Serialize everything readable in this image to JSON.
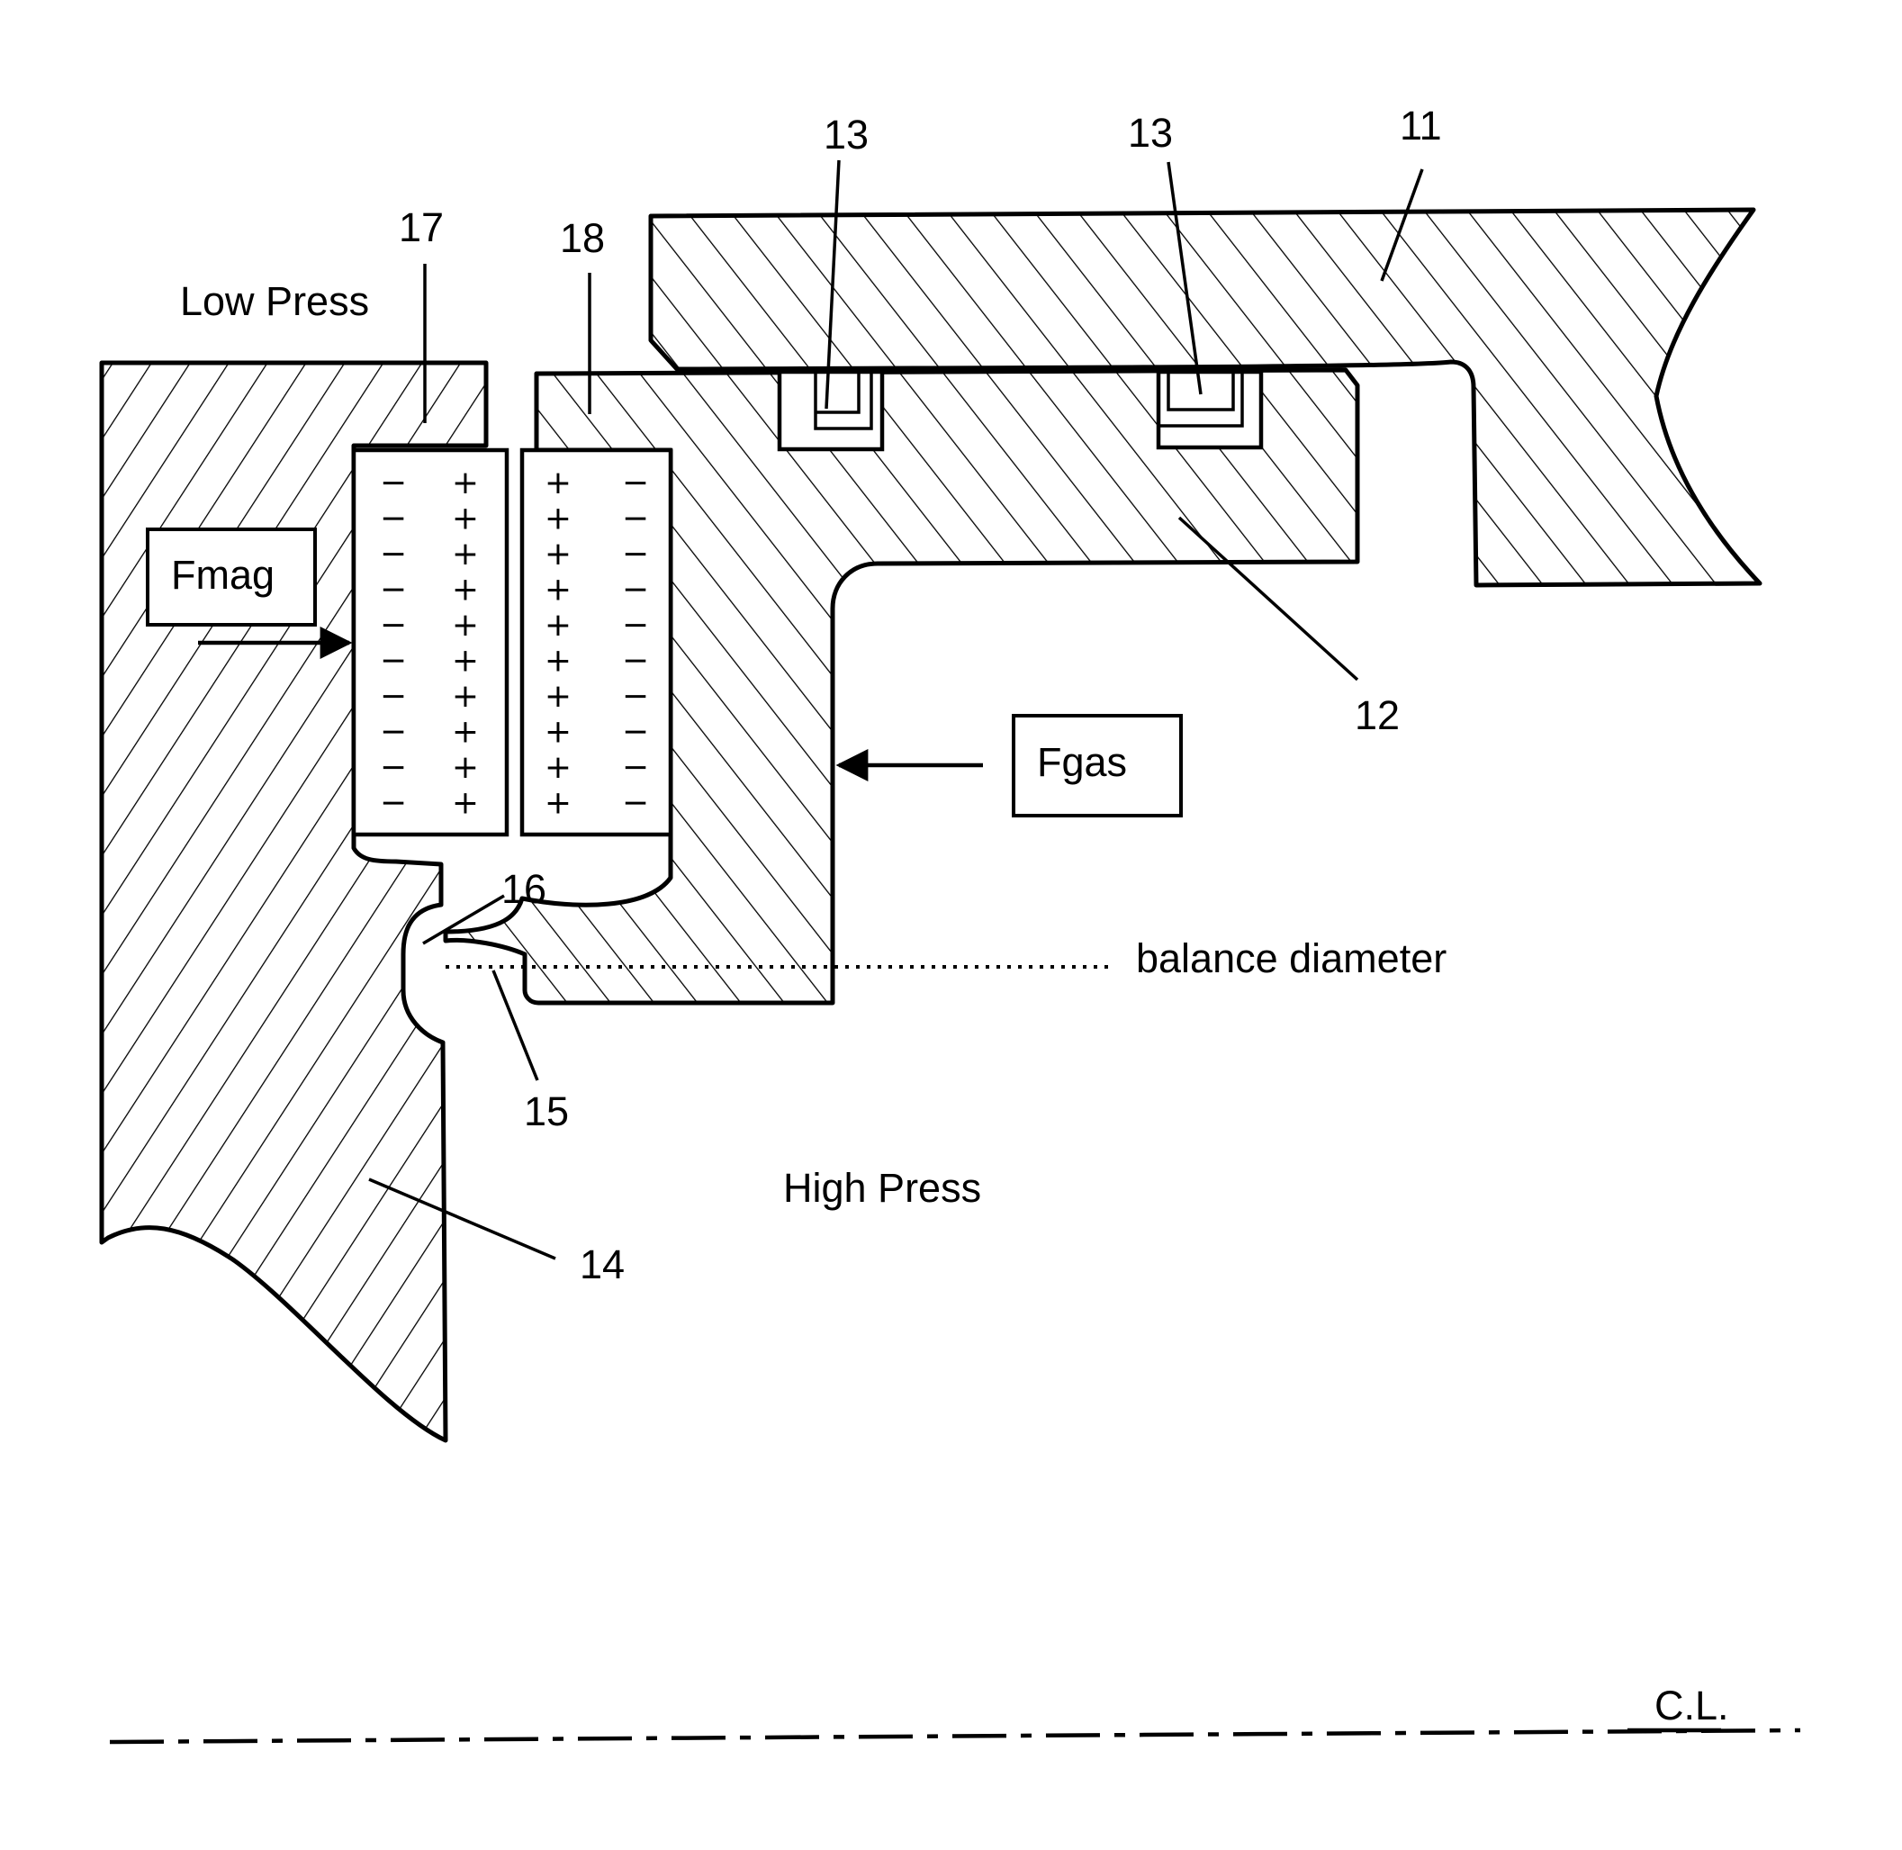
{
  "labels": {
    "low_press": "Low Press",
    "high_press": "High Press",
    "balance_diameter": "balance diameter",
    "centerline": "C.L.",
    "fmag": "Fmag",
    "fgas": "Fgas"
  },
  "callouts": {
    "n11": "11",
    "n12": "12",
    "n13a": "13",
    "n13b": "13",
    "n14": "14",
    "n15": "15",
    "n16": "16",
    "n17": "17",
    "n18": "18"
  },
  "magnet_17": {
    "left_sign": "−",
    "right_sign": "+"
  },
  "magnet_18": {
    "left_sign": "+",
    "right_sign": "−"
  },
  "colors": {
    "line": "#000000",
    "background": "#ffffff"
  }
}
